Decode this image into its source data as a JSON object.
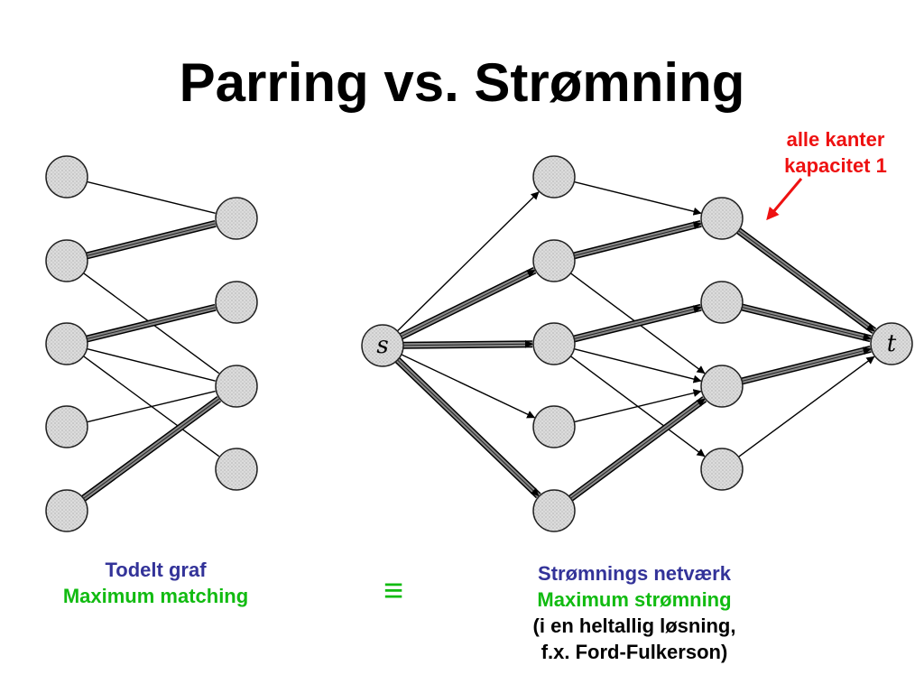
{
  "title": "Parring vs. Strømning",
  "annotation": {
    "line1": "alle kanter",
    "line2": "kapacitet 1",
    "color": "#ee1111"
  },
  "left_caption": {
    "line1": "Todelt graf",
    "line2": "Maximum matching"
  },
  "equivalence_symbol": "≡",
  "right_caption": {
    "line1": "Strømnings netværk",
    "line2": "Maximum strømning",
    "line3": "(i en heltallig løsning,",
    "line4": "f.x.  Ford-Fulkerson)"
  },
  "colors": {
    "caption_navy": "#333399",
    "caption_green": "#11bb11",
    "highlight_edge": "#888888",
    "node_fill": "#dcdcdc"
  },
  "bipartite_graph": {
    "left_nodes": [
      "L1",
      "L2",
      "L3",
      "L4",
      "L5"
    ],
    "right_nodes": [
      "R1",
      "R2",
      "R3",
      "R4"
    ],
    "edges": [
      {
        "from": "L1",
        "to": "R1",
        "matched": false
      },
      {
        "from": "L2",
        "to": "R1",
        "matched": true
      },
      {
        "from": "L2",
        "to": "R3",
        "matched": false
      },
      {
        "from": "L3",
        "to": "R2",
        "matched": true
      },
      {
        "from": "L3",
        "to": "R3",
        "matched": false
      },
      {
        "from": "L3",
        "to": "R4",
        "matched": false
      },
      {
        "from": "L4",
        "to": "R3",
        "matched": false
      },
      {
        "from": "L5",
        "to": "R3",
        "matched": true
      }
    ]
  },
  "flow_network": {
    "source_label": "s",
    "sink_label": "t",
    "edges": [
      {
        "from": "s",
        "to": "A1",
        "flow": false
      },
      {
        "from": "s",
        "to": "A2",
        "flow": true
      },
      {
        "from": "s",
        "to": "A3",
        "flow": true
      },
      {
        "from": "s",
        "to": "A4",
        "flow": false
      },
      {
        "from": "s",
        "to": "A5",
        "flow": true
      },
      {
        "from": "A1",
        "to": "B1",
        "flow": false
      },
      {
        "from": "A2",
        "to": "B1",
        "flow": true
      },
      {
        "from": "A2",
        "to": "B3",
        "flow": false
      },
      {
        "from": "A3",
        "to": "B2",
        "flow": true
      },
      {
        "from": "A3",
        "to": "B3",
        "flow": false
      },
      {
        "from": "A3",
        "to": "B4",
        "flow": false
      },
      {
        "from": "A4",
        "to": "B3",
        "flow": false
      },
      {
        "from": "A5",
        "to": "B3",
        "flow": true
      },
      {
        "from": "B1",
        "to": "t",
        "flow": true
      },
      {
        "from": "B2",
        "to": "t",
        "flow": true
      },
      {
        "from": "B3",
        "to": "t",
        "flow": true
      },
      {
        "from": "B4",
        "to": "t",
        "flow": false
      }
    ]
  }
}
